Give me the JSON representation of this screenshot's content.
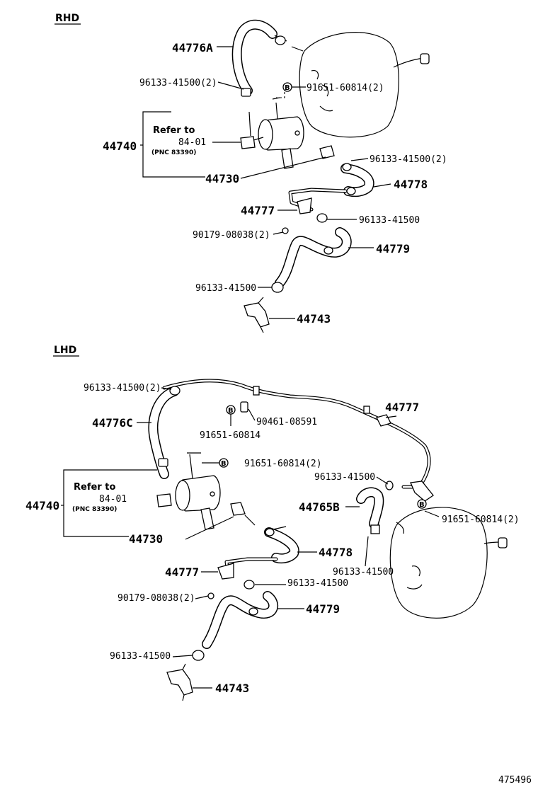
{
  "diagram_id": "475496",
  "rhd": {
    "section": "RHD",
    "parts": {
      "p44776A": "44776A",
      "p96133_2a": "96133-41500(2)",
      "pB": "B",
      "p91651_2": "91651-60814(2)",
      "refer": "Refer to",
      "ref_code": "84-01",
      "pnc": "(PNC 83390)",
      "p44740": "44740",
      "p44730": "44730",
      "p96133_2b": "96133-41500(2)",
      "p44778": "44778",
      "p44777": "44777",
      "p96133_c": "96133-41500",
      "p90179": "90179-08038(2)",
      "p44779": "44779",
      "p96133_d": "96133-41500",
      "p44743": "44743"
    }
  },
  "lhd": {
    "section": "LHD",
    "parts": {
      "p96133_2a": "96133-41500(2)",
      "pB1": "B",
      "p90461": "90461-08591",
      "p44777top": "44777",
      "p44776C": "44776C",
      "p91651": "91651-60814",
      "pB2": "B",
      "p91651_2a": "91651-60814(2)",
      "refer": "Refer to",
      "ref_code": "84-01",
      "pnc": "(PNC 83390)",
      "p44740": "44740",
      "p96133_e": "96133-41500",
      "p44765B": "44765B",
      "pB3": "B",
      "p91651_2b": "91651-60814(2)",
      "p44730": "44730",
      "p44778": "44778",
      "p96133_f": "96133-41500",
      "p44777": "44777",
      "p96133_g": "96133-41500",
      "p90179": "90179-08038(2)",
      "p44779": "44779",
      "p96133_h": "96133-41500",
      "p44743": "44743"
    }
  }
}
